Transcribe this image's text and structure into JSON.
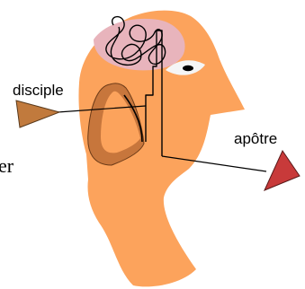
{
  "labels": {
    "left_arrow": "disciple",
    "right_arrow": "apôtre",
    "edge_fragment": "er"
  },
  "colors": {
    "head_fill": "#fca35c",
    "brain_fill": "#e8b4bc",
    "ear_fill": "#c7763c",
    "eye_white": "#f5f5f5",
    "eye_pupil": "#000000",
    "left_arrow_fill": "#c17a3d",
    "right_arrow_fill": "#c83a3a",
    "line_color": "#000000"
  }
}
